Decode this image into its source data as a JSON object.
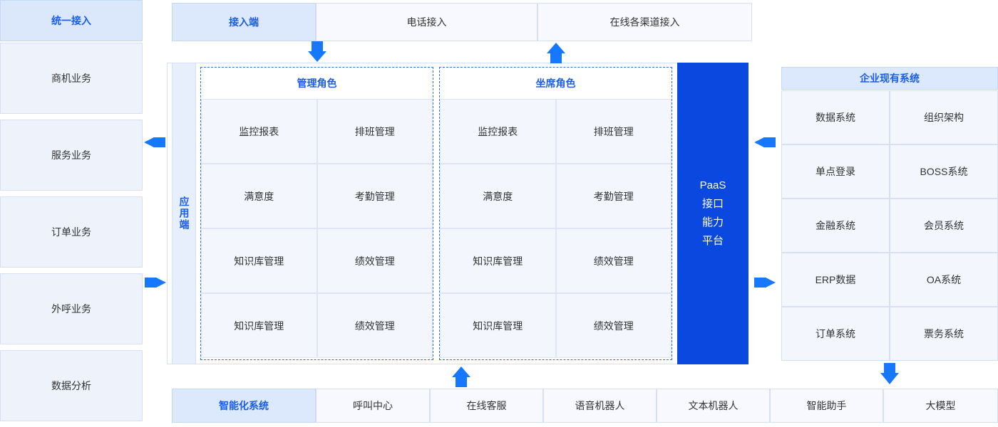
{
  "left_column": {
    "header": "统一接入",
    "items": [
      "商机业务",
      "服务业务",
      "订单业务",
      "外呼业务",
      "数据分析"
    ]
  },
  "top_row": {
    "header": "接入端",
    "items": [
      "电话接入",
      "在线各渠道接入"
    ]
  },
  "app_side_label": "应用端",
  "roles": [
    {
      "title": "管理角色",
      "cells": [
        "监控报表",
        "排班管理",
        "满意度",
        "考勤管理",
        "知识库管理",
        "绩效管理",
        "知识库管理",
        "绩效管理"
      ]
    },
    {
      "title": "坐席角色",
      "cells": [
        "监控报表",
        "排班管理",
        "满意度",
        "考勤管理",
        "知识库管理",
        "绩效管理",
        "知识库管理",
        "绩效管理"
      ]
    }
  ],
  "paas": {
    "lines": [
      "PaaS",
      "接口",
      "能力",
      "平台"
    ],
    "color": "#0b48e0"
  },
  "right_column": {
    "header": "企业现有系统",
    "items": [
      [
        "数据系统",
        "组织架构"
      ],
      [
        "单点登录",
        "BOSS系统"
      ],
      [
        "金融系统",
        "会员系统"
      ],
      [
        "ERP数据",
        "OA系统"
      ],
      [
        "订单系统",
        "票务系统"
      ]
    ]
  },
  "bottom_row": {
    "header": "智能化系统",
    "items": [
      "呼叫中心",
      "在线客服",
      "语音机器人",
      "文本机器人",
      "智能助手",
      "大模型"
    ]
  },
  "accent_color": "#1677ff"
}
